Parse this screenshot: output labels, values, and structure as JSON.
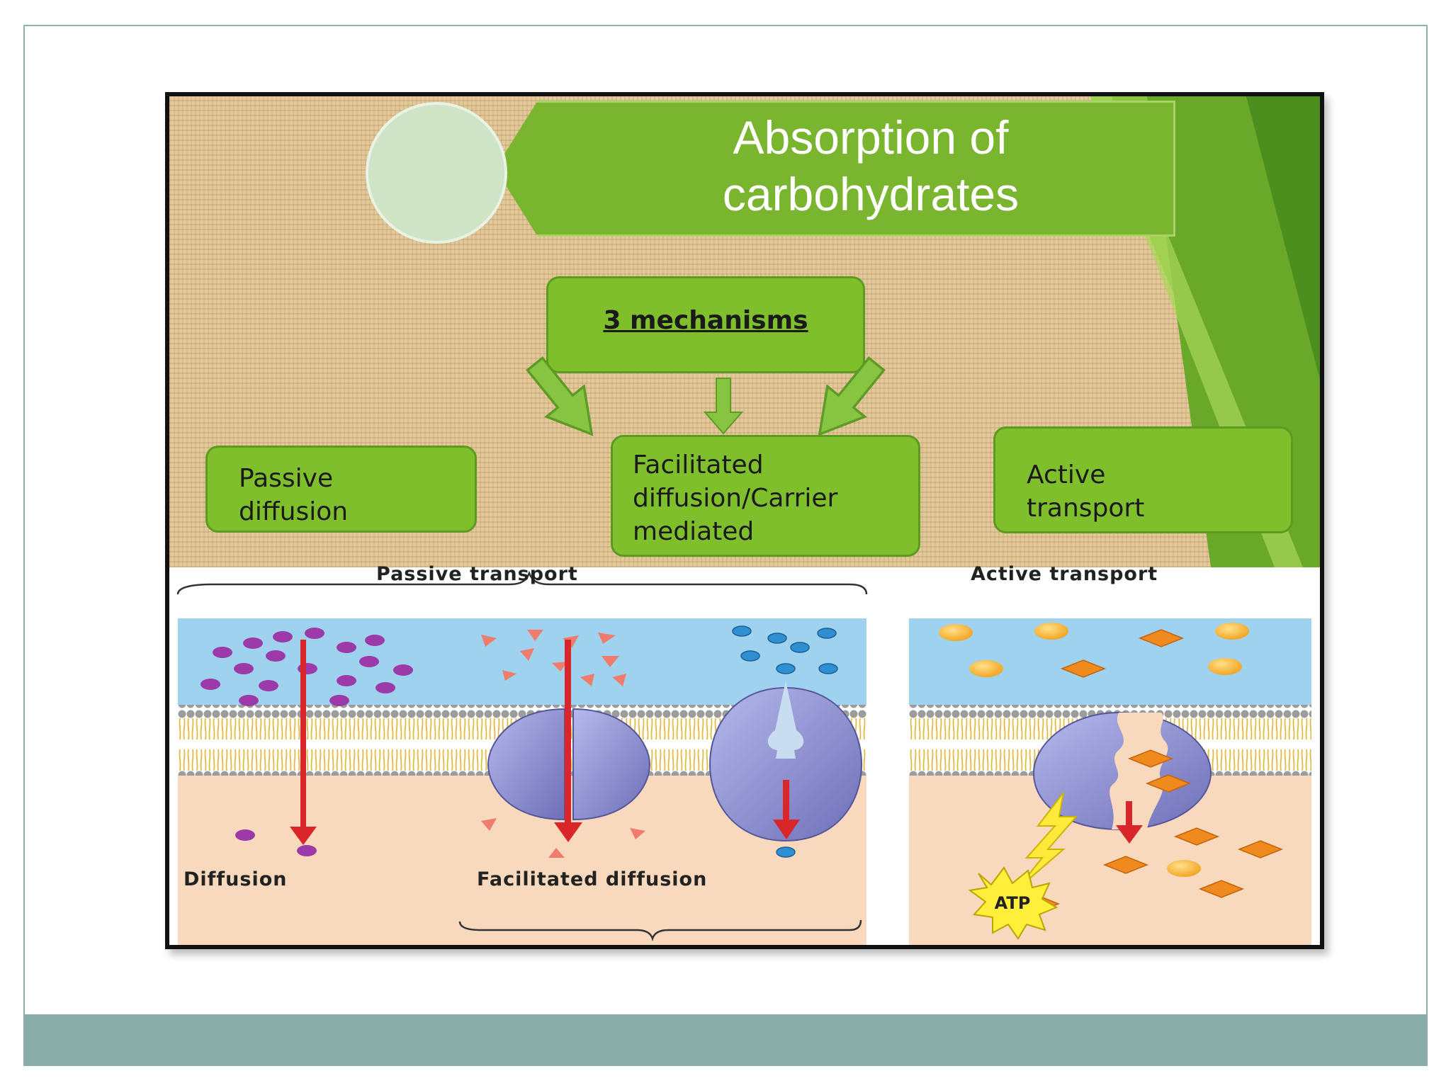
{
  "title": {
    "line1": "Absorption of",
    "line2": "carbohydrates"
  },
  "mechanisms": {
    "heading": "3 mechanisms"
  },
  "types": {
    "passive": "Passive\ndiffusion",
    "facilitated": "Facilitated\ndiffusion/Carrier\nmediated",
    "active": "Active\ntransport"
  },
  "figure": {
    "passive_transport": "Passive transport",
    "active_transport": "Active transport",
    "diffusion": "Diffusion",
    "facilitated_diffusion": "Facilitated diffusion",
    "atp": "ATP"
  },
  "colors": {
    "accent_green": "#79b52e",
    "box_green": "#7fbf2c",
    "footer": "#8aaca9",
    "arrow_red": "#d8262a",
    "membrane_head": "#9a9a9a",
    "lipid_tail": "#e9c24a",
    "protein": "#8f8fd0"
  }
}
